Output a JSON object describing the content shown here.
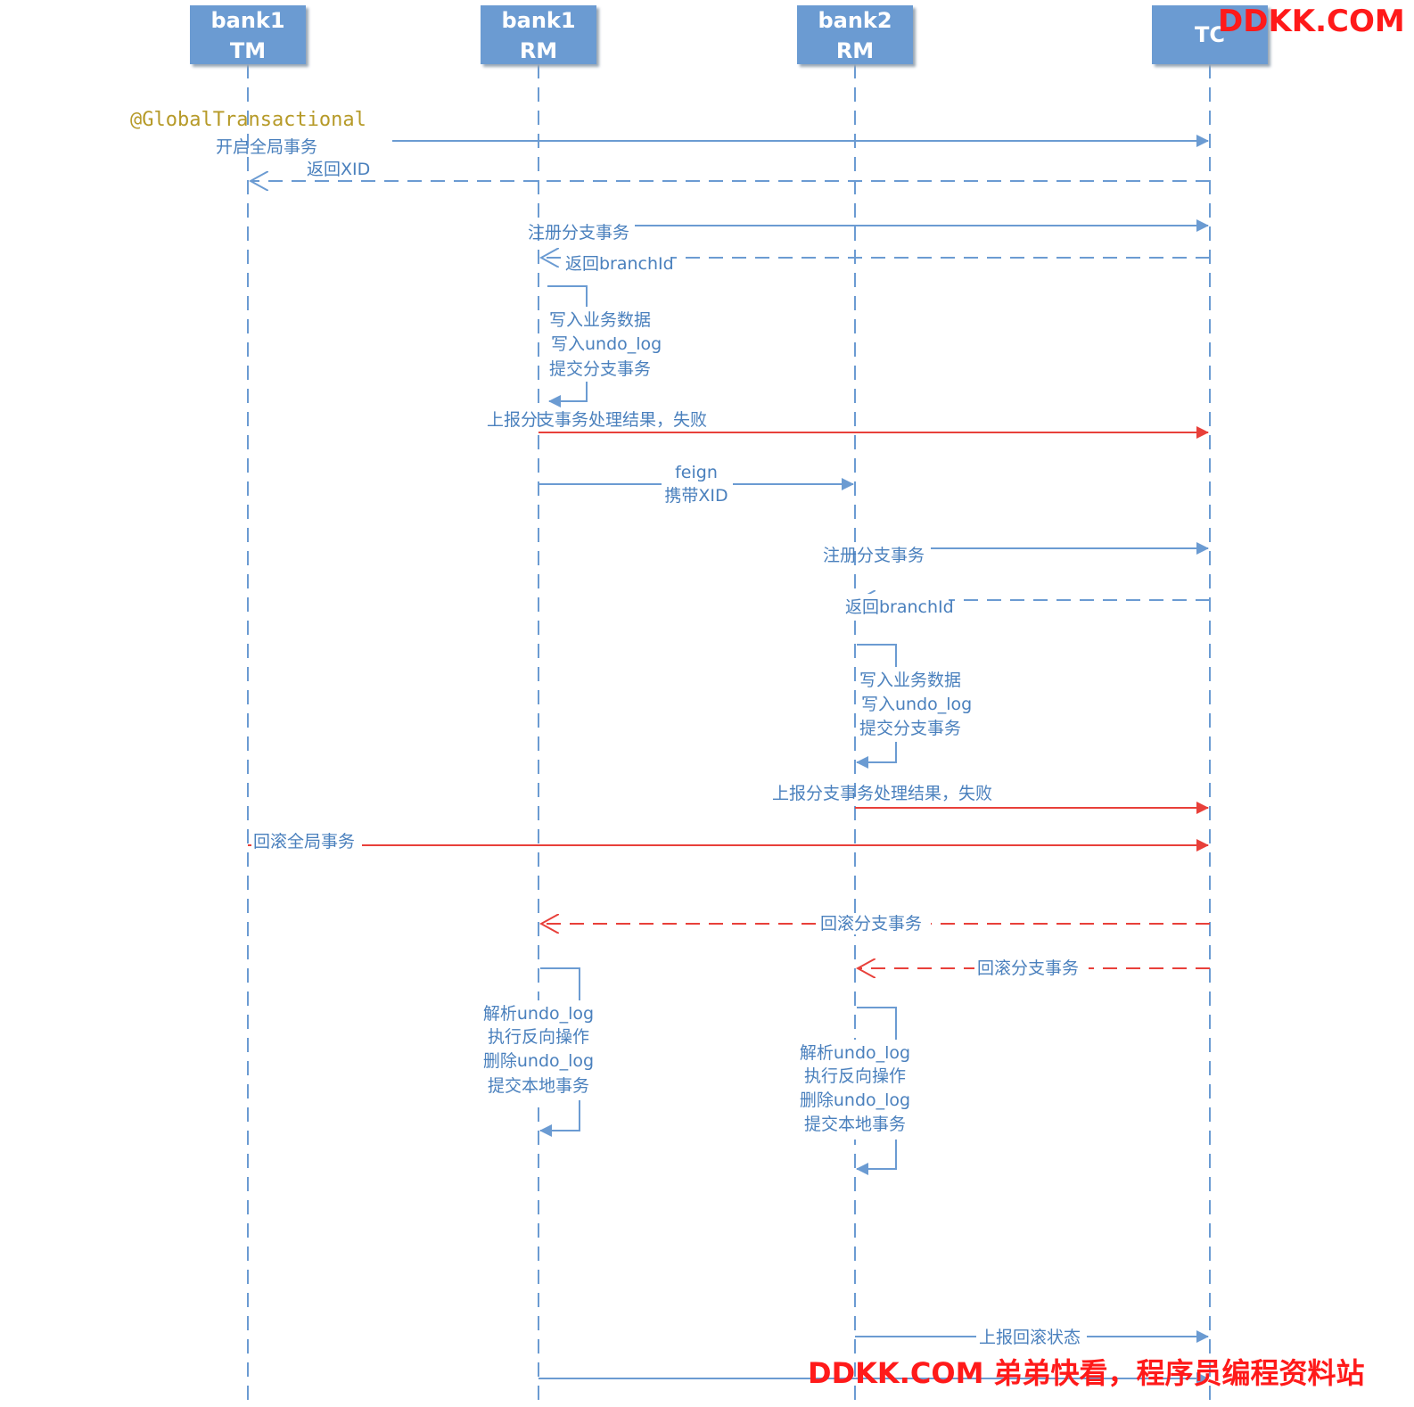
{
  "participants": [
    {
      "id": "bank1-tm",
      "line1": "bank1",
      "line2": "TM"
    },
    {
      "id": "bank1-rm",
      "line1": "bank1",
      "line2": "RM"
    },
    {
      "id": "bank2-rm",
      "line1": "bank2",
      "line2": "RM"
    },
    {
      "id": "tc",
      "line1": "",
      "line2": "TC"
    }
  ],
  "annotation": "@GlobalTransactional",
  "messages": {
    "m1": "开启全局事务",
    "m2": "返回XID",
    "m3": "注册分支事务",
    "m4": "返回branchId",
    "m5_1": "写入业务数据",
    "m5_2": "写入undo_log",
    "m5_3": "提交分支事务",
    "m6": "上报分支事务处理结果，失败",
    "m7_1": "feign",
    "m7_2": "携带XID",
    "m8": "注册分支事务",
    "m9": "返回branchId",
    "m10_1": "写入业务数据",
    "m10_2": "写入undo_log",
    "m10_3": "提交分支事务",
    "m11": "上报分支事务处理结果，失败",
    "m12": "回滚全局事务",
    "m13": "回滚分支事务",
    "m14": "回滚分支事务",
    "m15_1": "解析undo_log",
    "m15_2": "执行反向操作",
    "m15_3": "删除undo_log",
    "m15_4": "提交本地事务",
    "m16_1": "解析undo_log",
    "m16_2": "执行反向操作",
    "m16_3": "删除undo_log",
    "m16_4": "提交本地事务",
    "m17": "上报回滚状态"
  },
  "watermark": {
    "top": "DDKK.COM",
    "bottom": "DDKK.COM 弟弟快看，程序员编程资料站"
  },
  "colors": {
    "participant_fill": "#6b9bd2",
    "line_blue": "#6b9bd2",
    "line_red": "#e8403a",
    "label_blue": "#4a80bd",
    "annotation": "#b69a28",
    "watermark": "#ff1a1a"
  }
}
